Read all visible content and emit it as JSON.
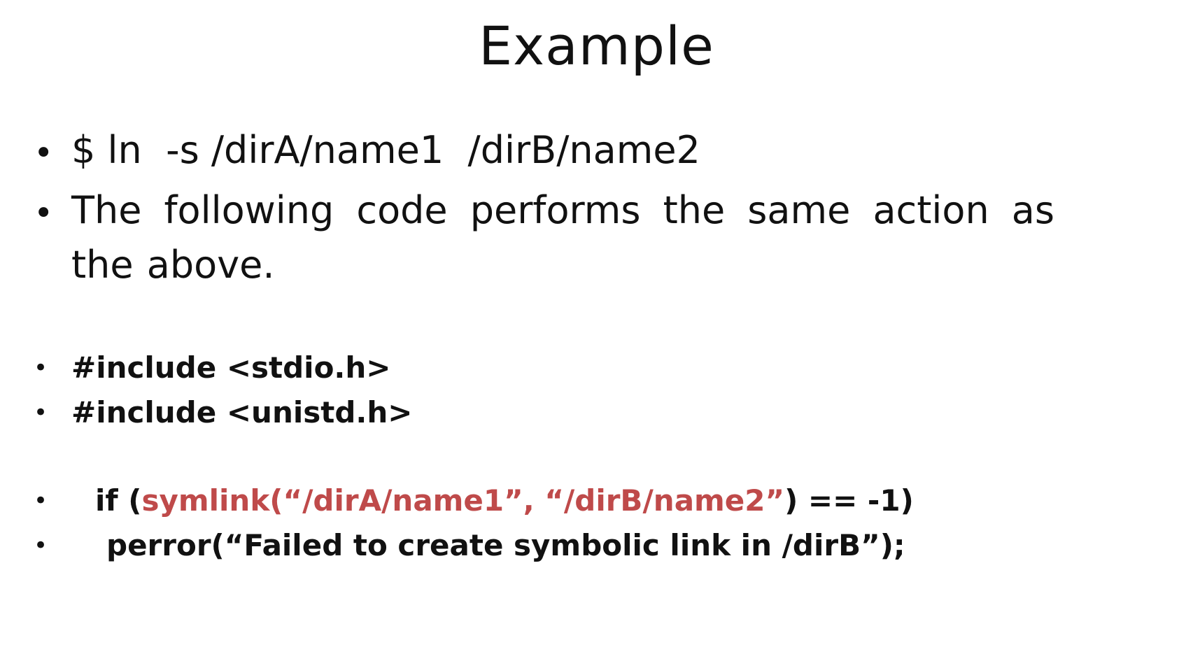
{
  "slide": {
    "title": "Example",
    "bullets": [
      "$ ln  -s /dirA/name1  /dirB/name2",
      "The following code performs the same action as the above."
    ],
    "code": {
      "include1": "#include <stdio.h>",
      "include2": "#include <unistd.h>",
      "if_prefix": "if (",
      "if_call": "symlink(“/dirA/name1”, “/dirB/name2”",
      "if_suffix": ") == -1)",
      "perror": "perror(“Failed to create symbolic link in /dirB”);"
    },
    "bullet_symbol": "•",
    "accent_color": "#bf4a4a"
  }
}
